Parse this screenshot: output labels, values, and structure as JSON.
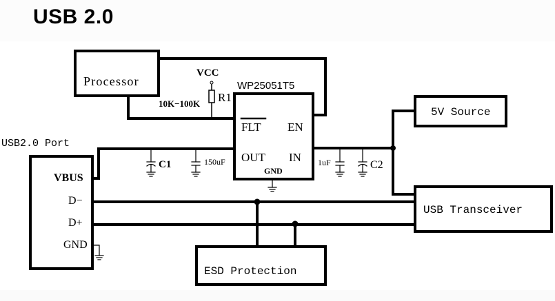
{
  "title": "USB 2.0",
  "colors": {
    "line": "#000000",
    "background": "#ffffff",
    "title_band": "#fcfcfc"
  },
  "blocks": {
    "processor": "Processor",
    "source_5v": "5V Source",
    "usb_transceiver": "USB Transceiver",
    "esd_protection": "ESD Protection",
    "usb_port": {
      "label": "USB2.0 Port",
      "pins": [
        "VBUS",
        "D−",
        "D+",
        "GND"
      ]
    },
    "ic": {
      "part_number": "WP25051T5",
      "pins": {
        "flt": "FLT",
        "en": "EN",
        "out": "OUT",
        "in": "IN",
        "gnd": "GND"
      }
    }
  },
  "components": {
    "vcc": "VCC",
    "r1": {
      "name": "R1",
      "value": "10K−100K"
    },
    "c1": {
      "name": "C1"
    },
    "c_out": {
      "value": "150uF"
    },
    "c_in": {
      "value": "1uF"
    },
    "c2": {
      "name": "C2"
    }
  }
}
